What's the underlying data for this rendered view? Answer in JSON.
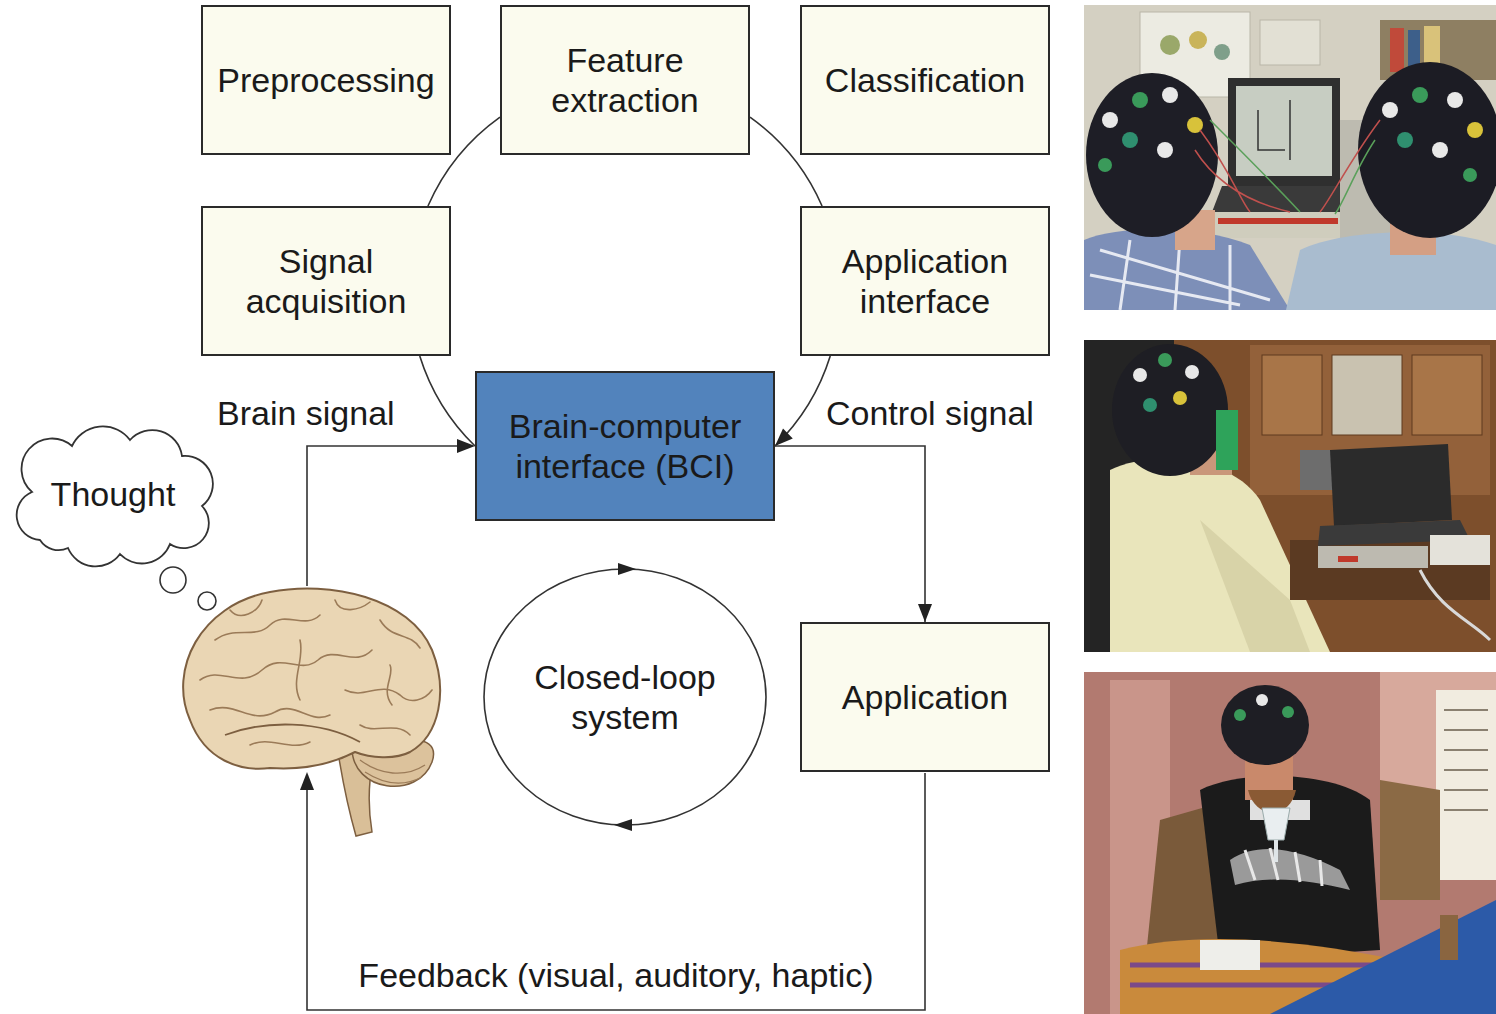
{
  "diagram": {
    "nodes": [
      {
        "text": [
          "Preprocessing"
        ]
      },
      {
        "text": [
          "Feature extraction"
        ]
      },
      {
        "text": [
          "Classification"
        ]
      },
      {
        "text": [
          "Signal acquisition"
        ]
      },
      {
        "text": [
          "Application interface"
        ]
      },
      {
        "text": [
          "Brain-computer interface (BCI)"
        ]
      },
      {
        "text": [
          "Thought"
        ]
      },
      {
        "text": [
          "Closed-loop system"
        ]
      },
      {
        "text": [
          "Application"
        ]
      }
    ],
    "edges": [
      {
        "from": 3,
        "to": 1,
        "arrow": "none"
      },
      {
        "from": 1,
        "to": 4,
        "arrow": "none"
      },
      {
        "from": 3,
        "to": 5,
        "arrow": "none"
      },
      {
        "from": 4,
        "to": 5,
        "arrow": "to"
      },
      {
        "from": 5,
        "to": 8,
        "arrow": "to"
      }
    ],
    "labels": [
      "Brain signal",
      "Control signal",
      "Feedback (visual, auditory, haptic)"
    ]
  }
}
